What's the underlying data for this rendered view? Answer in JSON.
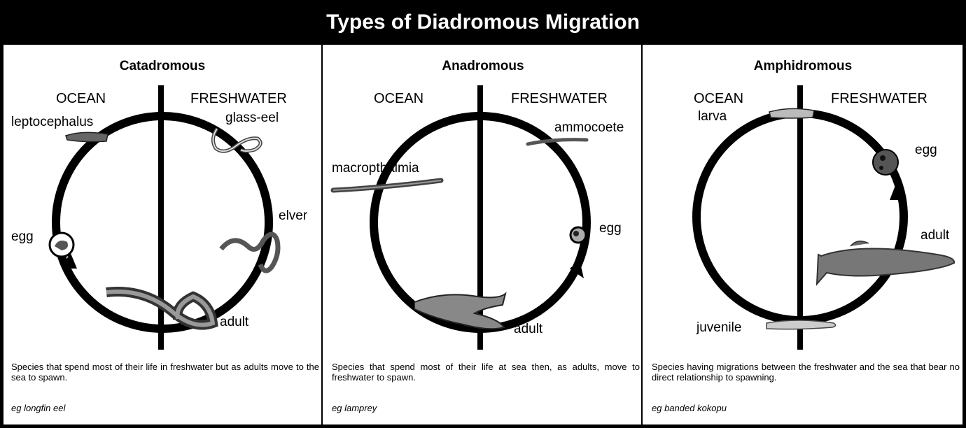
{
  "title": "Types of Diadromous Migration",
  "panels": [
    {
      "name": "Catadromous",
      "ocean": "OCEAN",
      "freshwater": "FRESHWATER",
      "stages": [
        "leptocephalus",
        "glass-eel",
        "elver",
        "adult",
        "egg"
      ],
      "description": "Species that spend most of their life in freshwater but as adults move to the sea to spawn.",
      "example": "eg longfin eel"
    },
    {
      "name": "Anadromous",
      "ocean": "OCEAN",
      "freshwater": "FRESHWATER",
      "stages": [
        "ammocoete",
        "macropthalmia",
        "egg",
        "adult"
      ],
      "description": "Species that spend most of their life at sea then, as adults, move to freshwater to spawn.",
      "example": "eg lamprey"
    },
    {
      "name": "Amphidromous",
      "ocean": "OCEAN",
      "freshwater": "FRESHWATER",
      "stages": [
        "larva",
        "egg",
        "adult",
        "juvenile"
      ],
      "description": "Species having migrations between the freshwater and the sea that bear no direct relationship to spawning.",
      "example": "eg banded kokopu"
    }
  ]
}
